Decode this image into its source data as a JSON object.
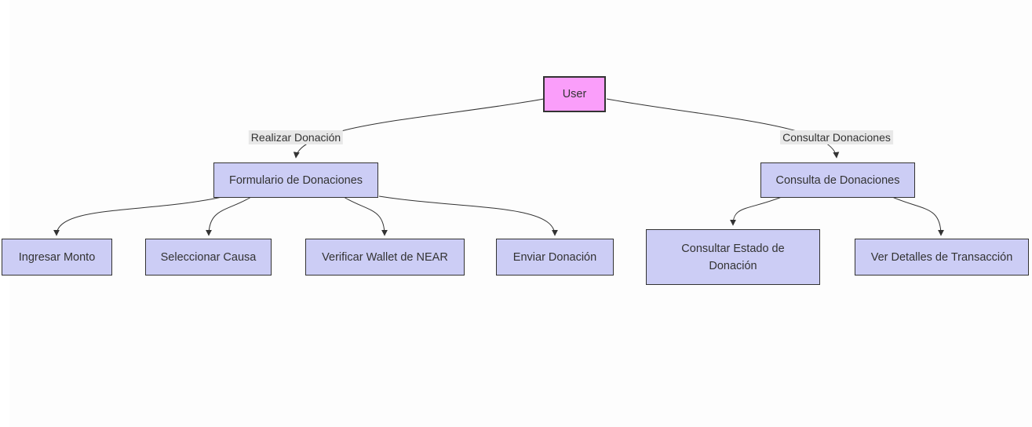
{
  "diagram": {
    "type": "flowchart",
    "background": "#fdfdfd",
    "stroke_color": "#333333",
    "text_color": "#333333",
    "edge_label_bg": "#e8e8e8",
    "nodes": {
      "user": {
        "label": "User",
        "fill": "#fa9efa",
        "stroke": "#333333"
      },
      "formulario_donaciones": {
        "label": "Formulario de Donaciones",
        "fill": "#cccdf5",
        "stroke": "#333333"
      },
      "consulta_donaciones": {
        "label": "Consulta de Donaciones",
        "fill": "#cccdf5",
        "stroke": "#333333"
      },
      "ingresar_monto": {
        "label": "Ingresar Monto",
        "fill": "#cccdf5",
        "stroke": "#333333"
      },
      "seleccionar_causa": {
        "label": "Seleccionar Causa",
        "fill": "#cccdf5",
        "stroke": "#333333"
      },
      "verificar_wallet": {
        "label": "Verificar Wallet de NEAR",
        "fill": "#cccdf5",
        "stroke": "#333333"
      },
      "enviar_donacion": {
        "label": "Enviar Donación",
        "fill": "#cccdf5",
        "stroke": "#333333"
      },
      "consultar_estado": {
        "label": "Consultar Estado de Donación",
        "fill": "#cccdf5",
        "stroke": "#333333"
      },
      "ver_detalles": {
        "label": "Ver Detalles de Transacción",
        "fill": "#cccdf5",
        "stroke": "#333333"
      }
    },
    "edges": [
      {
        "from": "User",
        "to": "Formulario de Donaciones",
        "label": "Realizar Donación"
      },
      {
        "from": "User",
        "to": "Consulta de Donaciones",
        "label": "Consultar Donaciones"
      },
      {
        "from": "Formulario de Donaciones",
        "to": "Ingresar Monto",
        "label": ""
      },
      {
        "from": "Formulario de Donaciones",
        "to": "Seleccionar Causa",
        "label": ""
      },
      {
        "from": "Formulario de Donaciones",
        "to": "Verificar Wallet de NEAR",
        "label": ""
      },
      {
        "from": "Formulario de Donaciones",
        "to": "Enviar Donación",
        "label": ""
      },
      {
        "from": "Consulta de Donaciones",
        "to": "Consultar Estado de Donación",
        "label": ""
      },
      {
        "from": "Consulta de Donaciones",
        "to": "Ver Detalles de Transacción",
        "label": ""
      }
    ]
  }
}
